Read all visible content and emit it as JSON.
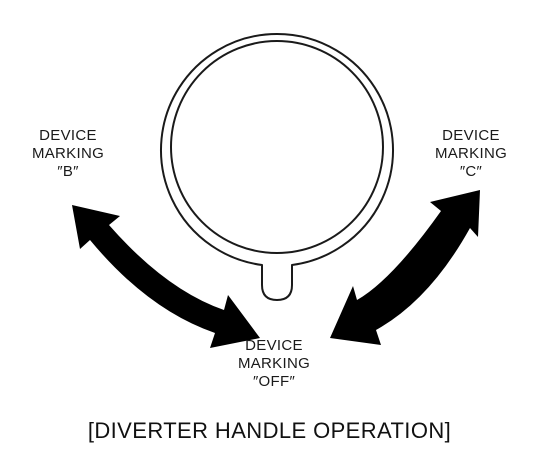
{
  "labels": {
    "b": {
      "line1": "DEVICE",
      "line2": "MARKING",
      "line3": "″B″"
    },
    "c": {
      "line1": "DEVICE",
      "line2": "MARKING",
      "line3": "″C″"
    },
    "off": {
      "line1": "DEVICE",
      "line2": "MARKING",
      "line3": "″OFF″"
    }
  },
  "caption": "[DIVERTER HANDLE OPERATION]",
  "icons": {
    "handle": "diverter-handle-icon",
    "arrow_b_off": "double-arrow-icon",
    "arrow_c_off": "double-arrow-icon"
  },
  "colors": {
    "line": "#1a1a1a",
    "arrow": "#000000",
    "background": "#ffffff"
  }
}
